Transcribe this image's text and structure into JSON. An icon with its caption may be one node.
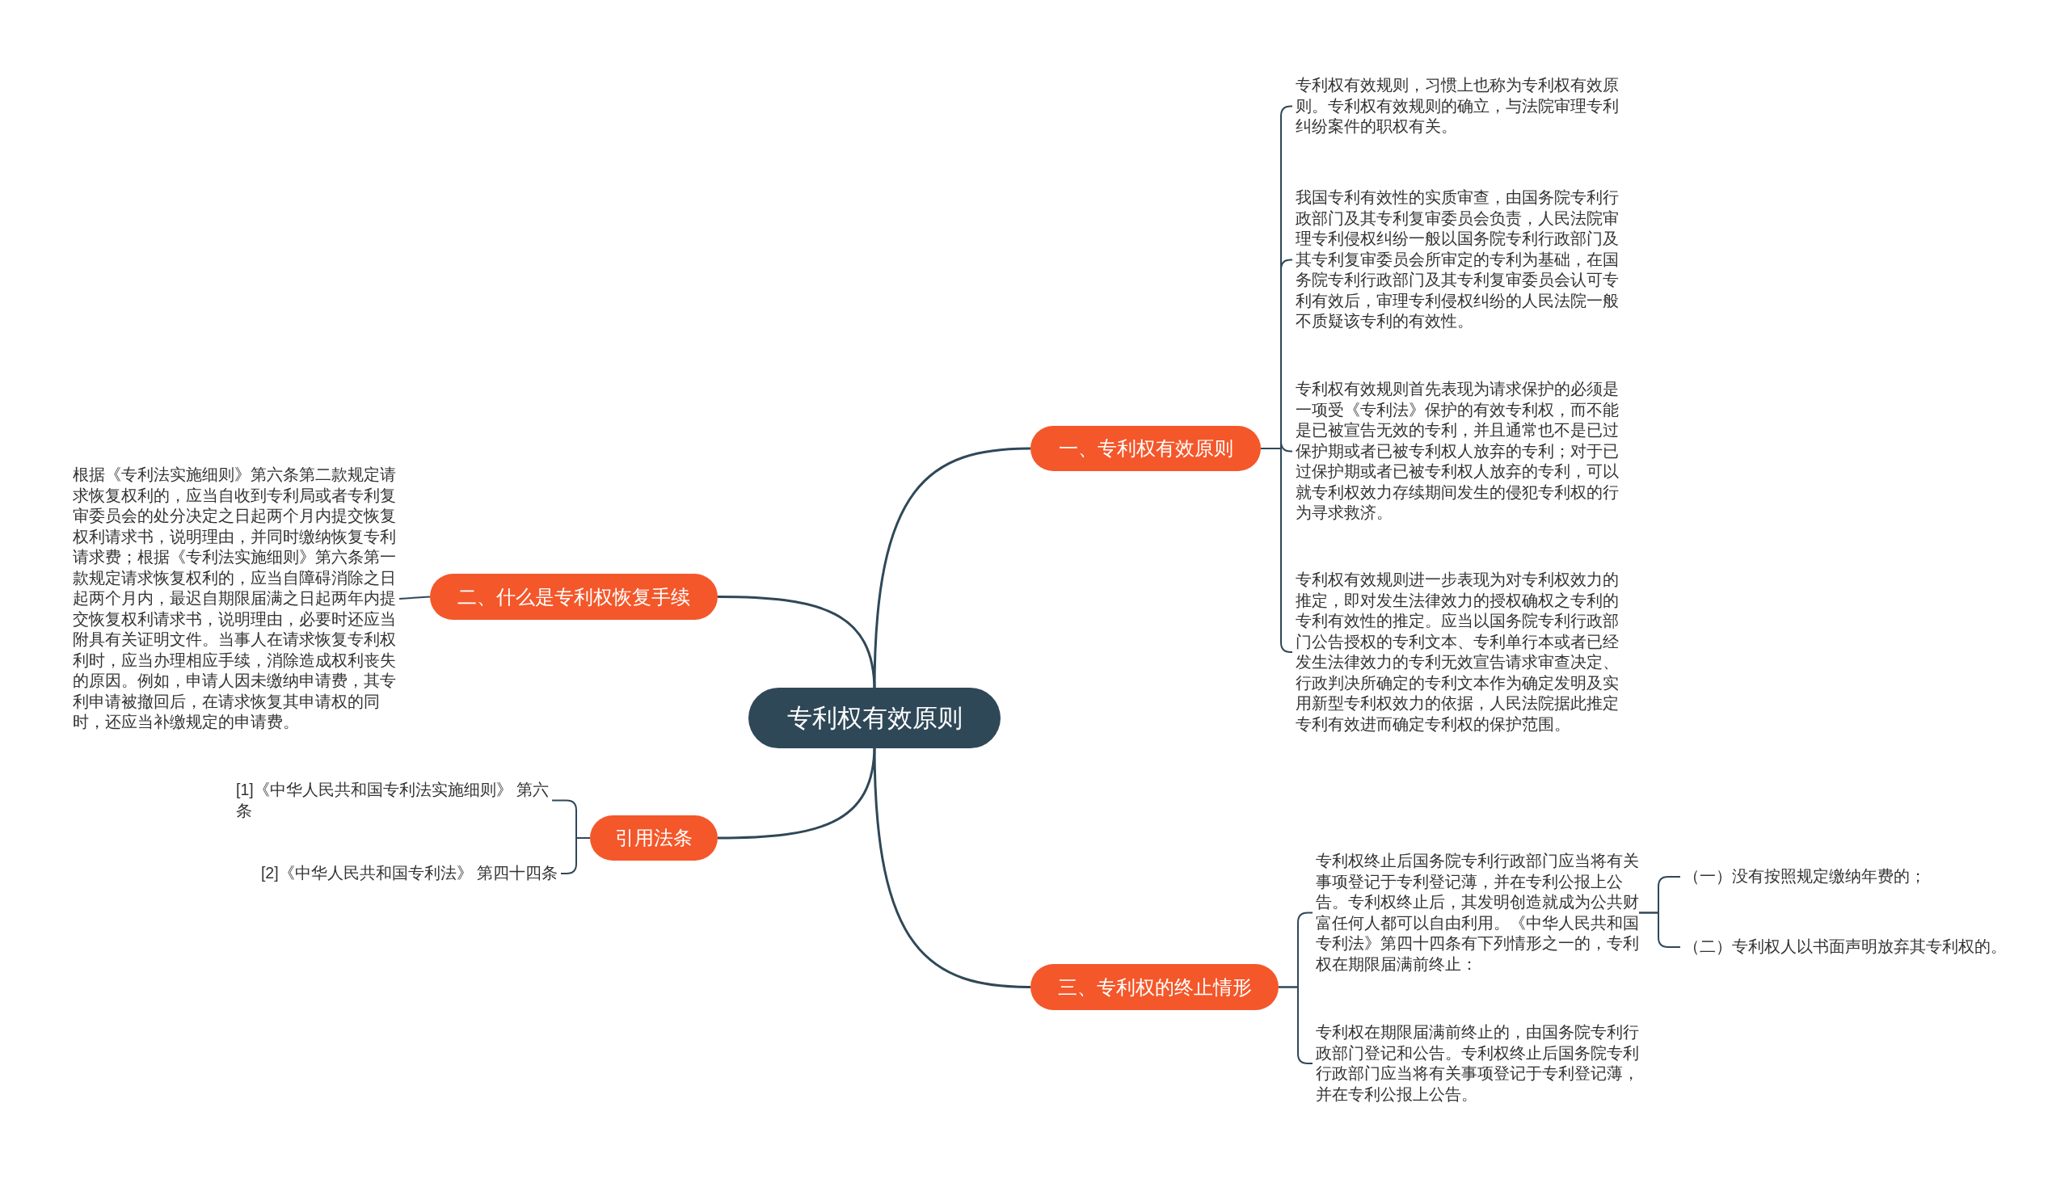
{
  "diagram": {
    "nodes": [
      {
        "text": [
          "专利权有效原则"
        ]
      },
      {
        "text": [
          "一、专利权有效原则"
        ]
      },
      {
        "text": [
          "专利权有效规则，习惯上也称为专利权有效原则。专利权有效规则的确立，与法院审理专利纠纷案件的职权有关。"
        ]
      },
      {
        "text": [
          "我国专利有效性的实质审查，由国务院专利行政部门及其专利复审委员会负责，人民法院审理专利侵权纠纷一般以国务院专利行政部门及其专利复审委员会所审定的专利为基础，在国务院专利行政部门及其专利复审委员会认可专利有效后，审理专利侵权纠纷的人民法院一般不质疑该专利的有效性。"
        ]
      },
      {
        "text": [
          "专利权有效规则首先表现为请求保护的必须是一项受《专利法》保护的有效专利权，而不能是已被宣告无效的专利，并且通常也不是已过保护期或者已被专利权人放弃的专利；对于已过保护期或者已被专利权人放弃的专利，可以就专利权效力存续期间发生的侵犯专利权的行为寻求救济。"
        ]
      },
      {
        "text": [
          "专利权有效规则进一步表现为对专利权效力的推定，即对发生法律效力的授权确权之专利的专利有效性的推定。应当以国务院专利行政部门公告授权的专利文本、专利单行本或者已经发生法律效力的专利无效宣告请求审查决定、行政判决所确定的专利文本作为确定发明及实用新型专利权效力的依据，人民法院据此推定专利有效进而确定专利权的保护范围。"
        ]
      },
      {
        "text": [
          "二、什么是专利权恢复手续"
        ]
      },
      {
        "text": [
          "根据《专利法实施细则》第六条第二款规定请求恢复权利的，应当自收到专利局或者专利复审委员会的处分决定之日起两个月内提交恢复权利请求书，说明理由，并同时缴纳恢复专利请求费；根据《专利法实施细则》第六条第一款规定请求恢复权利的，应当自障碍消除之日起两个月内，最迟自期限届满之日起两年内提交恢复权利请求书，说明理由，必要时还应当附具有关证明文件。当事人在请求恢复专利权利时，应当办理相应手续，消除造成权利丧失的原因。例如，申请人因未缴纳申请费，其专利申请被撤回后，在请求恢复其申请权的同时，还应当补缴规定的申请费。"
        ]
      },
      {
        "text": [
          "引用法条"
        ]
      },
      {
        "text": [
          "[1]《中华人民共和国专利法实施细则》 第六条"
        ]
      },
      {
        "text": [
          "[2]《中华人民共和国专利法》 第四十四条"
        ]
      },
      {
        "text": [
          "三、专利权的终止情形"
        ]
      },
      {
        "text": [
          "专利权终止后国务院专利行政部门应当将有关事项登记于专利登记薄，并在专利公报上公告。专利权终止后，其发明创造就成为公共财富任何人都可以自由利用。《中华人民共和国专利法》第四十四条有下列情形之一的，专利权在期限届满前终止："
        ]
      },
      {
        "text": [
          "专利权在期限届满前终止的，由国务院专利行政部门登记和公告。专利权终止后国务院专利行政部门应当将有关事项登记于专利登记薄，并在专利公报上公告。"
        ]
      },
      {
        "text": [
          "（一）没有按照规定缴纳年费的；"
        ]
      },
      {
        "text": [
          "（二）专利权人以书面声明放弃其专利权的。"
        ]
      }
    ],
    "edges": [
      {
        "from": 0,
        "to": 1,
        "arrow": "none"
      },
      {
        "from": 1,
        "to": 2,
        "arrow": "none"
      },
      {
        "from": 1,
        "to": 3,
        "arrow": "none"
      },
      {
        "from": 1,
        "to": 4,
        "arrow": "none"
      },
      {
        "from": 1,
        "to": 5,
        "arrow": "none"
      },
      {
        "from": 0,
        "to": 6,
        "arrow": "none"
      },
      {
        "from": 6,
        "to": 7,
        "arrow": "none"
      },
      {
        "from": 0,
        "to": 8,
        "arrow": "none"
      },
      {
        "from": 8,
        "to": 9,
        "arrow": "none"
      },
      {
        "from": 8,
        "to": 10,
        "arrow": "none"
      },
      {
        "from": 0,
        "to": 11,
        "arrow": "none"
      },
      {
        "from": 11,
        "to": 12,
        "arrow": "none"
      },
      {
        "from": 11,
        "to": 13,
        "arrow": "none"
      },
      {
        "from": 12,
        "to": 14,
        "arrow": "none"
      },
      {
        "from": 12,
        "to": 15,
        "arrow": "none"
      }
    ]
  }
}
